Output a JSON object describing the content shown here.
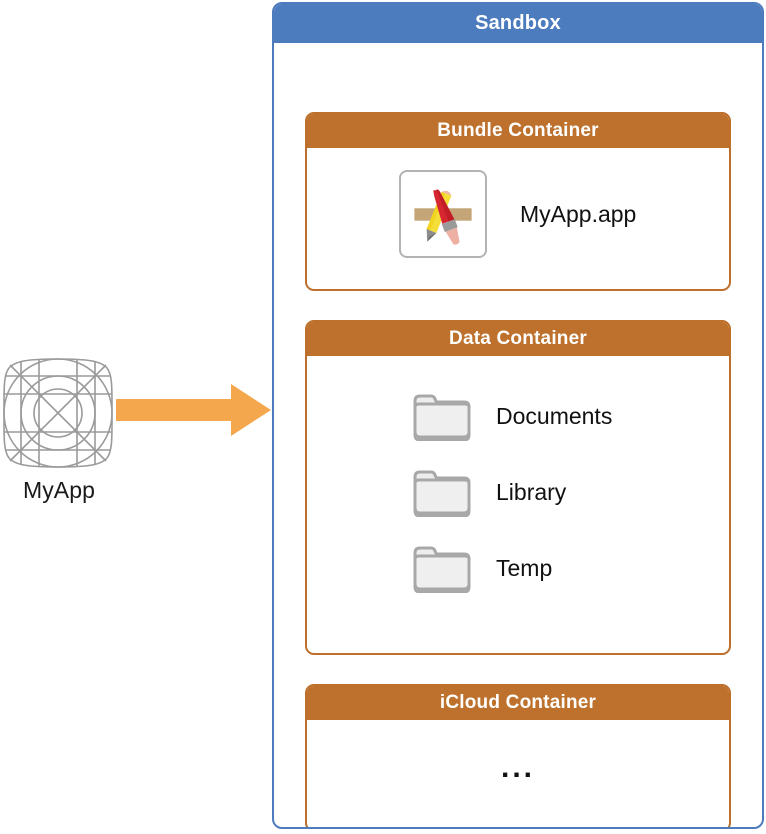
{
  "diagram": {
    "title": "Sandbox",
    "source_node": {
      "label": "MyApp",
      "icon": "app-grid-icon"
    },
    "arrow": {
      "icon": "right-arrow-icon",
      "color": "#f4a74c"
    },
    "colors": {
      "sandbox_header": "#4c7cbe",
      "container_header": "#bd712c",
      "arrow": "#f4a74c",
      "panel_background": "#ffffff",
      "folder_fill": "#ededed",
      "folder_stroke": "#a8a8a8"
    },
    "containers": [
      {
        "id": "bundle",
        "title": "Bundle Container",
        "items": [
          {
            "label": "MyApp.app",
            "icon": "xcode-app-icon"
          }
        ]
      },
      {
        "id": "data",
        "title": "Data Container",
        "items": [
          {
            "label": "Documents",
            "icon": "folder-icon"
          },
          {
            "label": "Library",
            "icon": "folder-icon"
          },
          {
            "label": "Temp",
            "icon": "folder-icon"
          }
        ]
      },
      {
        "id": "icloud",
        "title": "iCloud Container",
        "items": [],
        "placeholder": "..."
      }
    ]
  }
}
